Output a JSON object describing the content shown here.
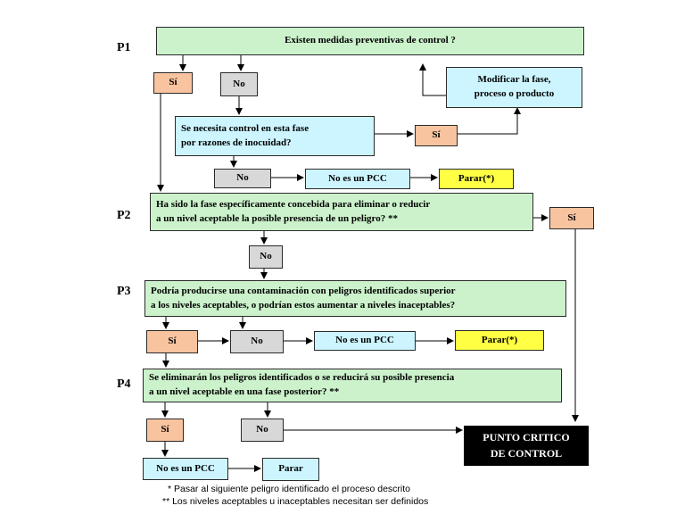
{
  "labels": {
    "p1": "P1",
    "p2": "P2",
    "p3": "P3",
    "p4": "P4"
  },
  "boxes": {
    "q1": "Existen medidas preventivas de control ?",
    "si1": "Sí",
    "no1": "No",
    "modificar": "Modificar la fase,\nproceso o producto",
    "q_control": "Se necesita control en esta fase\npor razones de inocuidad?",
    "si_control": "Sí",
    "no_control": "No",
    "no_pcc1": "No es un PCC",
    "parar1": "Parar(*)",
    "q2": "Ha sido la fase específicamente concebida para eliminar o reducir\na un nivel aceptable la posible presencia de un peligro? **",
    "si2": "Sí",
    "no2": "No",
    "q3": "Podría producirse una contaminación con peligros identificados superior\na los niveles aceptables, o podrían estos aumentar a niveles inaceptables?",
    "si3": "Sí",
    "no3": "No",
    "no_pcc3": "No es un PCC",
    "parar3": "Parar(*)",
    "q4": "Se eliminarán los peligros identificados o se reducirá su posible presencia\na un nivel aceptable en una fase posterior? **",
    "si4": "Sí",
    "no4": "No",
    "pcc": "PUNTO CRITICO\nDE CONTROL",
    "no_pcc4": "No es un PCC",
    "parar4": "Parar"
  },
  "footnotes": {
    "n1": "* Pasar al siguiente peligro identificado el proceso descrito",
    "n2": "** Los niveles aceptables u inaceptables necesitan ser definidos"
  },
  "colors": {
    "question": "#ccf2cc",
    "info": "#ccf5ff",
    "yes": "#f8c4a0",
    "no": "#d8d8d8",
    "stop": "#ffff44",
    "ccp": "#000000"
  }
}
